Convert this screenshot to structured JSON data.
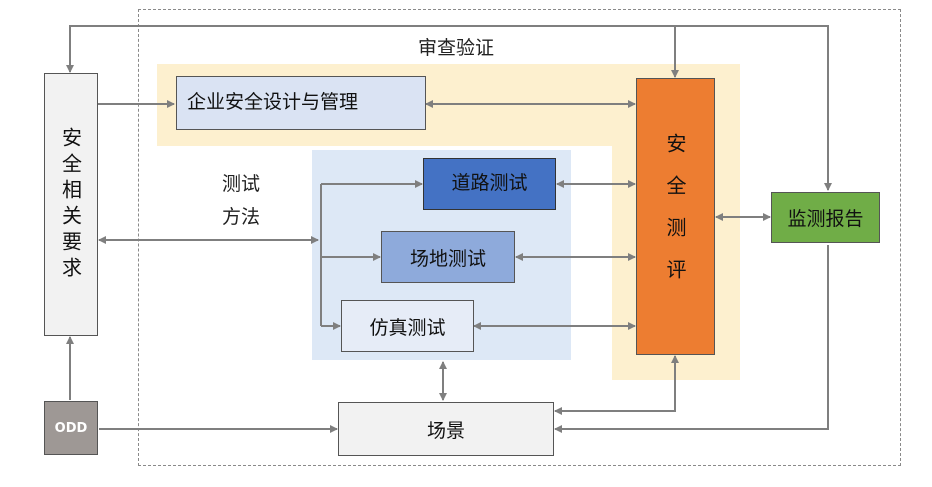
{
  "diagram": {
    "review_label": "审查验证",
    "safety_requirements": "安全相关要求",
    "odd": "ODD",
    "enterprise_design": "企业安全设计与管理",
    "test_methods": "测试\n方法",
    "road_test": "道路测试",
    "site_test": "场地测试",
    "sim_test": "仿真测试",
    "safety_eval": "安全测评",
    "monitor_report": "监测报告",
    "scenario": "场景"
  },
  "colors": {
    "yellow_zone": "#fdf0cf",
    "blue_zone": "#dde8f6",
    "road_test": "#4472c4",
    "site_test": "#8eaadb",
    "enterprise": "#dae3f3",
    "sim_test": "#e6ecf7",
    "safety_eval": "#ed7d31",
    "monitor_report": "#70ad47",
    "odd": "#9e9895",
    "requirements": "#f2f2f2",
    "scenario": "#f2f2f2",
    "arrow": "#7f7f7f"
  }
}
